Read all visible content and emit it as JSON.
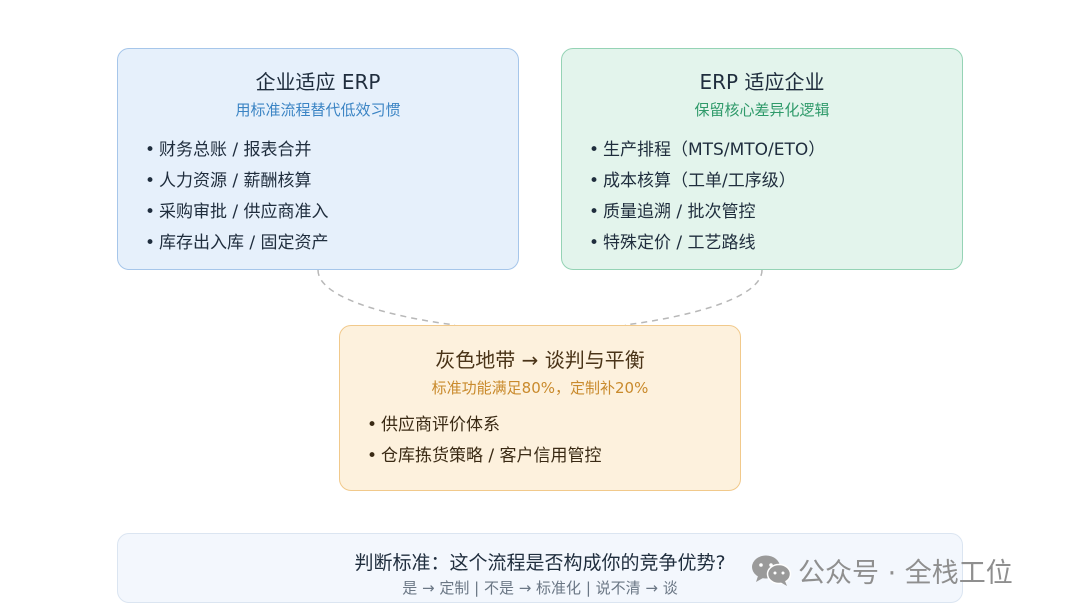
{
  "left_card": {
    "title": "企业适应 ERP",
    "subtitle": "用标准流程替代低效习惯",
    "items": [
      "财务总账 / 报表合并",
      "人力资源 / 薪酬核算",
      "采购审批 / 供应商准入",
      "库存出入库 / 固定资产"
    ]
  },
  "right_card": {
    "title": "ERP 适应企业",
    "subtitle": "保留核心差异化逻辑",
    "items": [
      "生产排程（MTS/MTO/ETO）",
      "成本核算（工单/工序级）",
      "质量追溯 / 批次管控",
      "特殊定价 / 工艺路线"
    ]
  },
  "middle_card": {
    "title": "灰色地带 → 谈判与平衡",
    "subtitle": "标准功能满足80%，定制补20%",
    "items": [
      "供应商评价体系",
      "仓库拣货策略 / 客户信用管控"
    ]
  },
  "bottom_card": {
    "question": "判断标准：这个流程是否构成你的竞争优势?",
    "answer": "是 → 定制 | 不是 → 标准化 | 说不清 → 谈"
  },
  "watermark": {
    "text": "公众号 · 全栈工位",
    "icon": "wechat-icon"
  },
  "colors": {
    "left_bg": "#e6f0fb",
    "left_accent": "#3b84c4",
    "right_bg": "#e3f4ec",
    "right_accent": "#2f9a6a",
    "middle_bg": "#fdf1dd",
    "middle_accent": "#c98a2c"
  }
}
